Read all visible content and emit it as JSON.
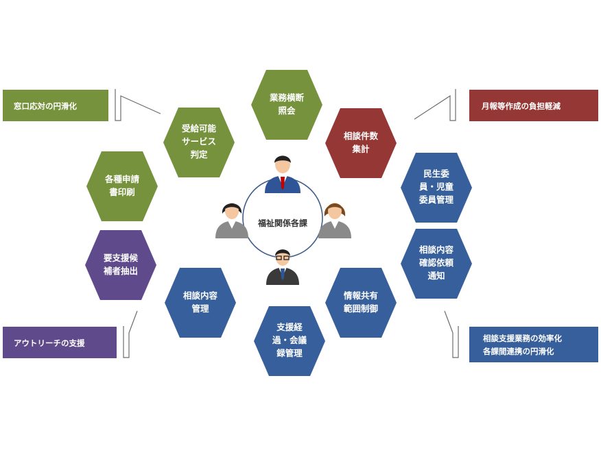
{
  "colors": {
    "green": "#76923c",
    "blue": "#365f9c",
    "purple": "#5f4b8b",
    "red": "#953735"
  },
  "center": {
    "label": "福祉関係各課"
  },
  "hexagons": [
    {
      "id": "gyomu",
      "color": "green",
      "lines": [
        "業務横断",
        "照会"
      ]
    },
    {
      "id": "sodan-kensu",
      "color": "red",
      "lines": [
        "相談件数",
        "集計"
      ]
    },
    {
      "id": "minsei",
      "color": "blue",
      "lines": [
        "民生委",
        "員・児童",
        "委員管理"
      ]
    },
    {
      "id": "sodan-kakunin",
      "color": "blue",
      "lines": [
        "相談内容",
        "確認依頼",
        "通知"
      ]
    },
    {
      "id": "joho-kyoyu",
      "color": "blue",
      "lines": [
        "情報共有",
        "範囲制御"
      ]
    },
    {
      "id": "shien-keika",
      "color": "blue",
      "lines": [
        "支援経",
        "過・会議",
        "録管理"
      ]
    },
    {
      "id": "sodan-naiyo",
      "color": "blue",
      "lines": [
        "相談内容",
        "管理"
      ]
    },
    {
      "id": "yoshien",
      "color": "purple",
      "lines": [
        "要支援候",
        "補者抽出"
      ]
    },
    {
      "id": "kakushu",
      "color": "green",
      "lines": [
        "各種申請",
        "書印刷"
      ]
    },
    {
      "id": "jukyu",
      "color": "green",
      "lines": [
        "受給可能",
        "サービス",
        "判定"
      ]
    }
  ],
  "callouts": [
    {
      "id": "madoguchi",
      "color": "green",
      "lines": [
        "窓口応対の円滑化"
      ]
    },
    {
      "id": "geppo",
      "color": "red",
      "lines": [
        "月報等作成の負担軽減"
      ]
    },
    {
      "id": "outreach",
      "color": "purple",
      "lines": [
        "アウトリーチの支援"
      ]
    },
    {
      "id": "sodan-shien",
      "color": "blue",
      "lines": [
        "相談支援業務の効率化",
        "各課間連携の円滑化"
      ]
    }
  ]
}
